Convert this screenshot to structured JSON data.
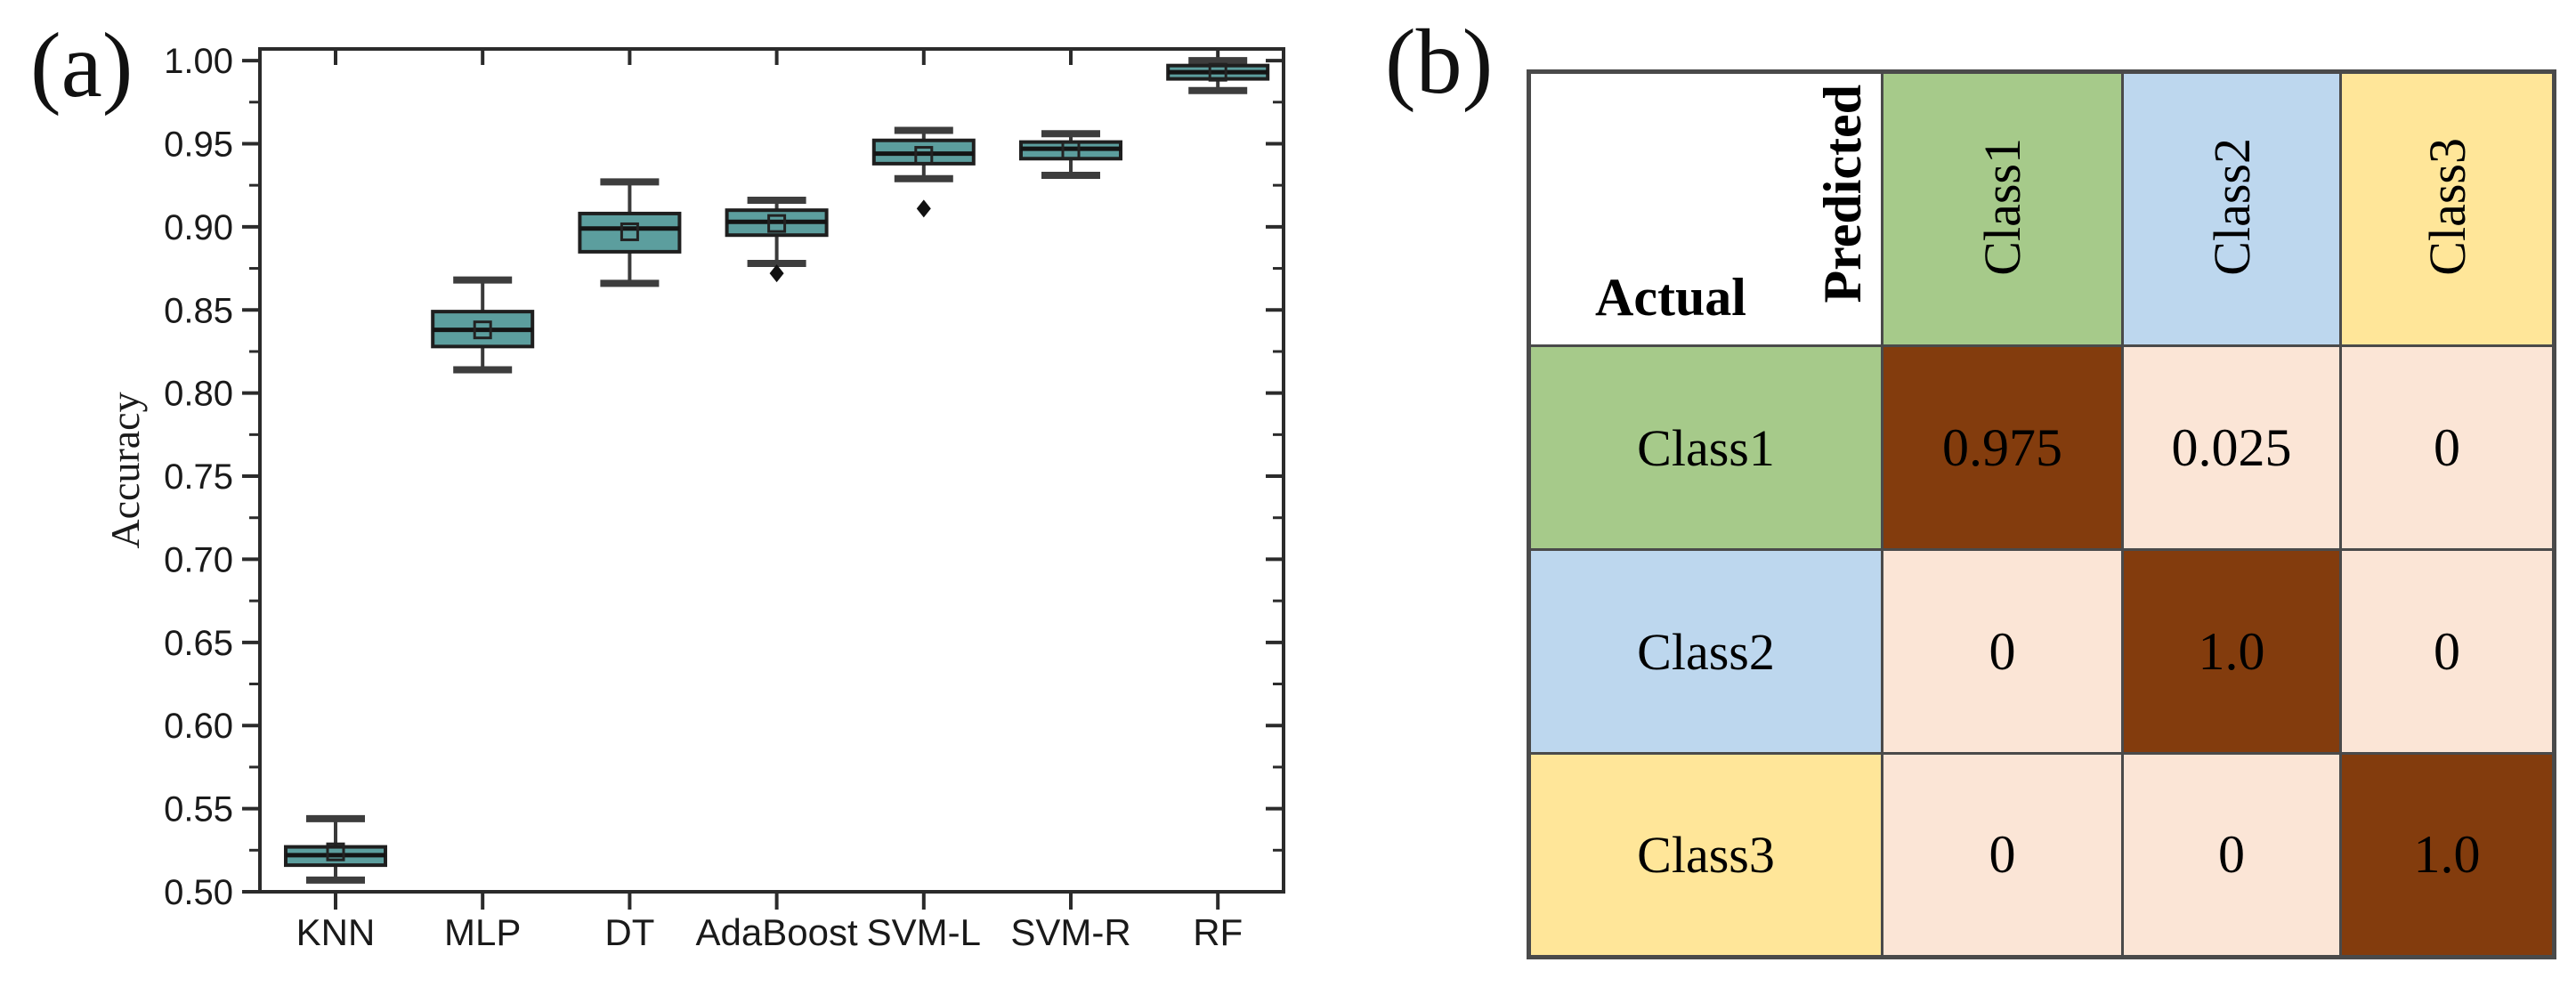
{
  "panel_a_label": "(a)",
  "panel_b_label": "(b)",
  "chart_data": {
    "type": "boxplot",
    "title": "",
    "xlabel": "",
    "ylabel": "Accuracy",
    "categories": [
      "KNN",
      "MLP",
      "DT",
      "AdaBoost",
      "SVM-L",
      "SVM-R",
      "RF"
    ],
    "ylim": [
      0.5,
      1.007
    ],
    "ytick_labels": [
      "0.50",
      "0.55",
      "0.60",
      "0.65",
      "0.70",
      "0.75",
      "0.80",
      "0.85",
      "0.90",
      "0.95",
      "1.00"
    ],
    "ytick_minor_step": 0.025,
    "grid": false,
    "legend": "none",
    "series": [
      {
        "name": "KNN",
        "whisker_low": 0.507,
        "q1": 0.516,
        "median": 0.522,
        "q3": 0.527,
        "whisker_high": 0.544,
        "mean": 0.524,
        "outliers": []
      },
      {
        "name": "MLP",
        "whisker_low": 0.814,
        "q1": 0.828,
        "median": 0.838,
        "q3": 0.849,
        "whisker_high": 0.868,
        "mean": 0.838,
        "outliers": []
      },
      {
        "name": "DT",
        "whisker_low": 0.866,
        "q1": 0.885,
        "median": 0.899,
        "q3": 0.908,
        "whisker_high": 0.927,
        "mean": 0.897,
        "outliers": []
      },
      {
        "name": "AdaBoost",
        "whisker_low": 0.878,
        "q1": 0.895,
        "median": 0.903,
        "q3": 0.91,
        "whisker_high": 0.916,
        "mean": 0.902,
        "outliers": [
          0.872
        ]
      },
      {
        "name": "SVM-L",
        "whisker_low": 0.929,
        "q1": 0.938,
        "median": 0.944,
        "q3": 0.952,
        "whisker_high": 0.958,
        "mean": 0.943,
        "outliers": [
          0.911
        ]
      },
      {
        "name": "SVM-R",
        "whisker_low": 0.931,
        "q1": 0.941,
        "median": 0.947,
        "q3": 0.951,
        "whisker_high": 0.956,
        "mean": 0.946,
        "outliers": []
      },
      {
        "name": "RF",
        "whisker_low": 0.982,
        "q1": 0.989,
        "median": 0.993,
        "q3": 0.997,
        "whisker_high": 1.0,
        "mean": 0.993,
        "outliers": []
      }
    ],
    "colors": {
      "box_fill": "#5c9e9e",
      "box_edge": "#1f1f1f",
      "whisker": "#3a3a3a",
      "cap": "#3d3d3d",
      "median": "#141414",
      "mean_edge": "#222222",
      "outlier": "#111111",
      "axis": "#2b2b2b",
      "text": "#1a1a1a"
    }
  },
  "matrix": {
    "col_axis_label": "Predicted",
    "row_axis_label": "Actual",
    "classes": [
      "Class1",
      "Class2",
      "Class3"
    ],
    "rows": [
      {
        "label": "Class1",
        "values": [
          "0.975",
          "0.025",
          "0"
        ]
      },
      {
        "label": "Class2",
        "values": [
          "0",
          "1.0",
          "0"
        ]
      },
      {
        "label": "Class3",
        "values": [
          "0",
          "0",
          "1.0"
        ]
      }
    ],
    "colors": {
      "class1": "#a6ca8a",
      "class2": "#bdd7ee",
      "class3": "#ffe699",
      "diagonal": "#833c0d",
      "off_diagonal": "#fbe5d6",
      "grid": "#4a4a4a",
      "header_bg": "#ffffff"
    }
  }
}
